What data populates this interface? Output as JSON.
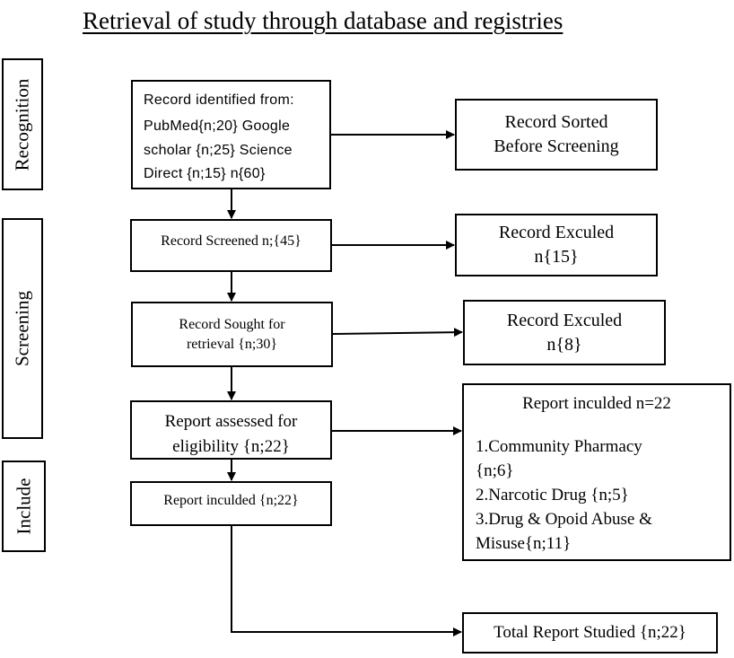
{
  "title": "Retrieval of study through database and registries",
  "stages": {
    "recognition": "Recognition",
    "screening": "Screening",
    "include": "Include"
  },
  "boxes": {
    "identified": {
      "line1": "Record identified from:",
      "line2": "PubMed{n;20} Google",
      "line3": "scholar {n;25} Science",
      "line4": "Direct {n;15} n{60}"
    },
    "sorted": {
      "line1": "Record Sorted",
      "line2": "Before Screening"
    },
    "screened": {
      "line1": "Record Screened n;{45}"
    },
    "excluded1": {
      "line1": "Record Exculed",
      "line2": "n{15}"
    },
    "sought": {
      "line1": "Record Sought for",
      "line2": "retrieval {n;30}"
    },
    "excluded2": {
      "line1": "Record Exculed",
      "line2": "n{8}"
    },
    "assessed": {
      "line1": "Report assessed for",
      "line2": "eligibility {n;22}"
    },
    "included_detail": {
      "heading": "Report inculded n=22",
      "items": [
        "1.Community Pharmacy",
        "{n;6}",
        "2.Narcotic Drug {n;5}",
        "3.Drug & Opoid Abuse &",
        "Misuse{n;11}"
      ]
    },
    "included": {
      "line1": "Report inculded {n;22}"
    },
    "total": {
      "line1": "Total Report Studied {n;22}"
    }
  }
}
